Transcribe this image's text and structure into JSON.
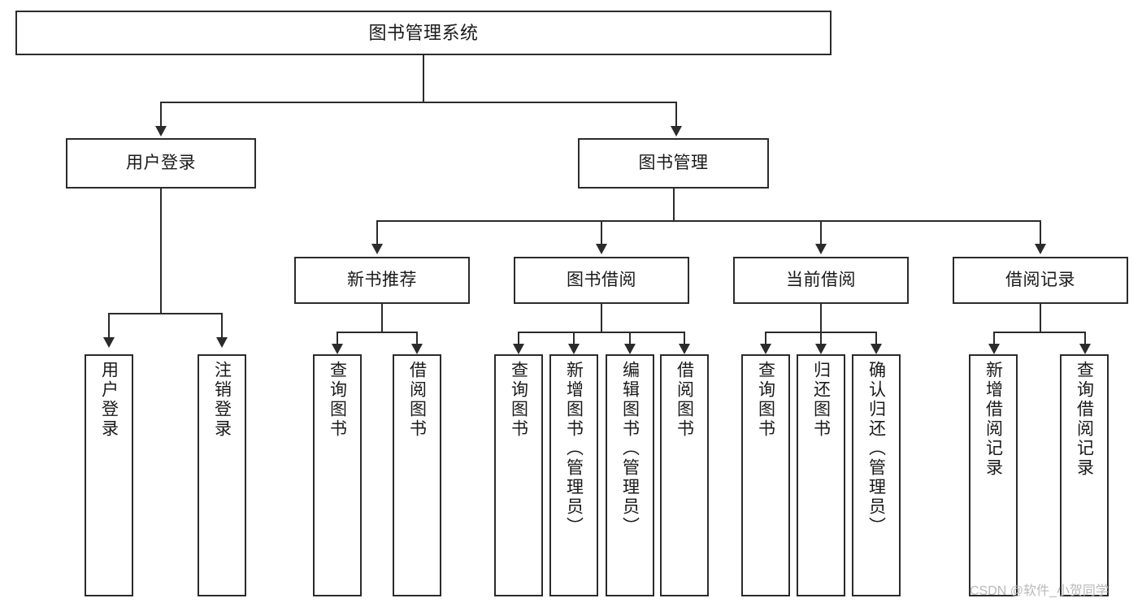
{
  "diagram": {
    "title": "图书管理系统",
    "type": "功能结构图",
    "levels": {
      "level1": [
        {
          "id": "root",
          "label": "图书管理系统"
        }
      ],
      "level2": [
        {
          "id": "user-login",
          "label": "用户登录",
          "parent": "root"
        },
        {
          "id": "book-manage",
          "label": "图书管理",
          "parent": "root"
        }
      ],
      "level3": [
        {
          "id": "new-book-rec",
          "label": "新书推荐",
          "parent": "book-manage"
        },
        {
          "id": "book-borrow",
          "label": "图书借阅",
          "parent": "book-manage"
        },
        {
          "id": "current-borrow",
          "label": "当前借阅",
          "parent": "book-manage"
        },
        {
          "id": "borrow-record",
          "label": "借阅记录",
          "parent": "book-manage"
        }
      ],
      "leaves": [
        {
          "id": "leaf-user-login",
          "label": "用户登录",
          "parent": "user-login"
        },
        {
          "id": "leaf-logout",
          "label": "注销登录",
          "parent": "user-login"
        },
        {
          "id": "leaf-rec-query",
          "label": "查询图书",
          "parent": "new-book-rec"
        },
        {
          "id": "leaf-rec-borrow",
          "label": "借阅图书",
          "parent": "new-book-rec"
        },
        {
          "id": "leaf-borrow-query",
          "label": "查询图书",
          "parent": "book-borrow"
        },
        {
          "id": "leaf-add-book",
          "label": "新增图书（管理员）",
          "parent": "book-borrow"
        },
        {
          "id": "leaf-edit-book",
          "label": "编辑图书（管理员）",
          "parent": "book-borrow"
        },
        {
          "id": "leaf-borrow-book",
          "label": "借阅图书",
          "parent": "book-borrow"
        },
        {
          "id": "leaf-cur-query",
          "label": "查询图书",
          "parent": "current-borrow"
        },
        {
          "id": "leaf-return-book",
          "label": "归还图书",
          "parent": "current-borrow"
        },
        {
          "id": "leaf-confirm-return",
          "label": "确认归还（管理员）",
          "parent": "current-borrow"
        },
        {
          "id": "leaf-add-record",
          "label": "新增借阅记录",
          "parent": "borrow-record"
        },
        {
          "id": "leaf-query-record",
          "label": "查询借阅记录",
          "parent": "borrow-record"
        }
      ]
    },
    "colors": {
      "stroke": "#2b2b2b",
      "fill": "#ffffff",
      "text": "#1a1a1a",
      "watermark": "#b9b9b9"
    }
  },
  "watermark": {
    "text": "CSDN @软件_小贺同学"
  }
}
